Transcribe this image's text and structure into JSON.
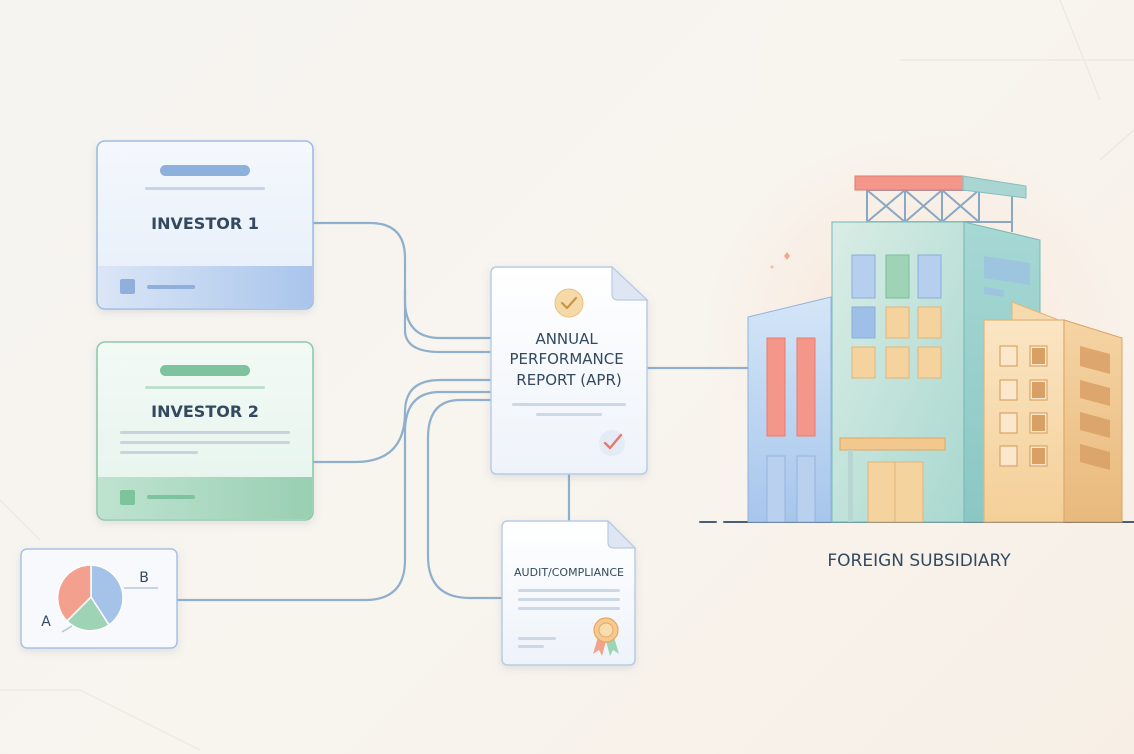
{
  "nodes": {
    "investor1": {
      "label": "INVESTOR 1"
    },
    "investor2": {
      "label": "INVESTOR 2"
    },
    "apr": {
      "label_lines": [
        "ANNUAL",
        "PERFORMANCE",
        "REPORT (APR)"
      ]
    },
    "audit": {
      "label": "AUDIT/COMPLIANCE"
    },
    "subsidiary": {
      "label": "FOREIGN SUBSIDIARY"
    },
    "pie": {
      "label_a": "A",
      "label_b": "B"
    }
  },
  "colors": {
    "connector": "#8fb0cc",
    "blue": "#a9c6e8",
    "green": "#9fd1b8",
    "red": "#f2a08e",
    "orange": "#f0c896",
    "text": "#33495e"
  }
}
